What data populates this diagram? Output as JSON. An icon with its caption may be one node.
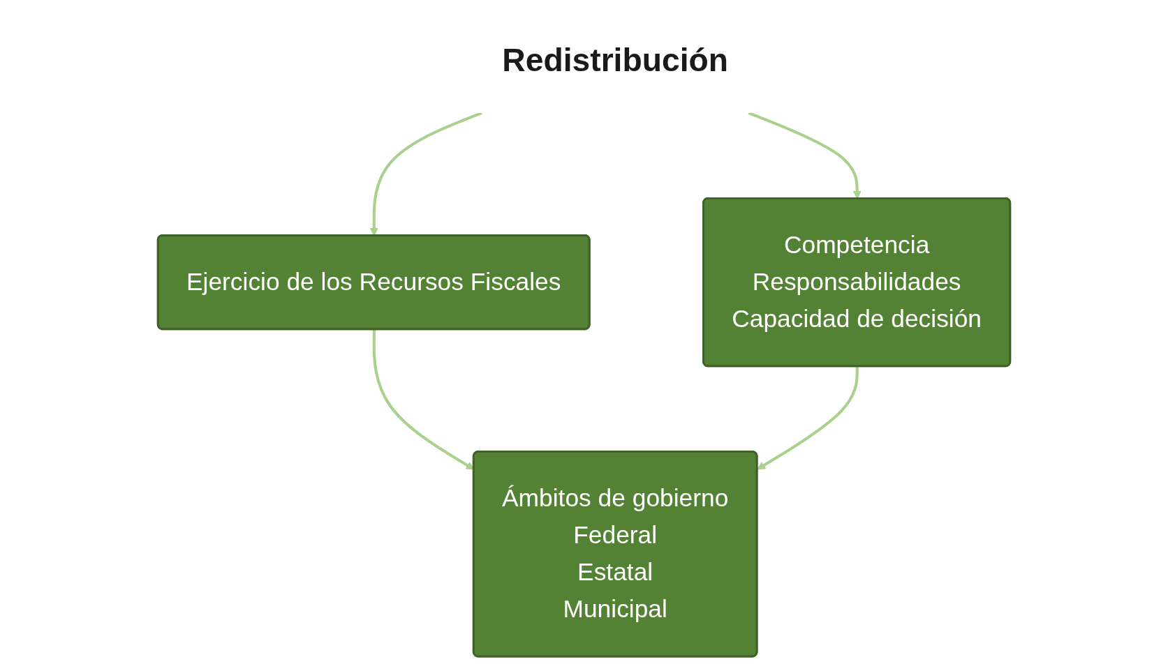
{
  "diagram": {
    "nodes": [
      {
        "text": [
          "Redistribución"
        ]
      },
      {
        "text": [
          "Ejercicio de los Recursos Fiscales"
        ]
      },
      {
        "text": [
          "Competencia",
          "Responsabilidades",
          "Capacidad de decisión"
        ]
      },
      {
        "text": [
          "Ámbitos de gobierno",
          "Federal",
          "Estatal",
          "Municipal"
        ]
      }
    ],
    "edges": [
      {
        "from": 0,
        "to": 1,
        "arrow": "to"
      },
      {
        "from": 0,
        "to": 2,
        "arrow": "to"
      },
      {
        "from": 1,
        "to": 3,
        "arrow": "to"
      },
      {
        "from": 2,
        "to": 3,
        "arrow": "to"
      }
    ]
  }
}
